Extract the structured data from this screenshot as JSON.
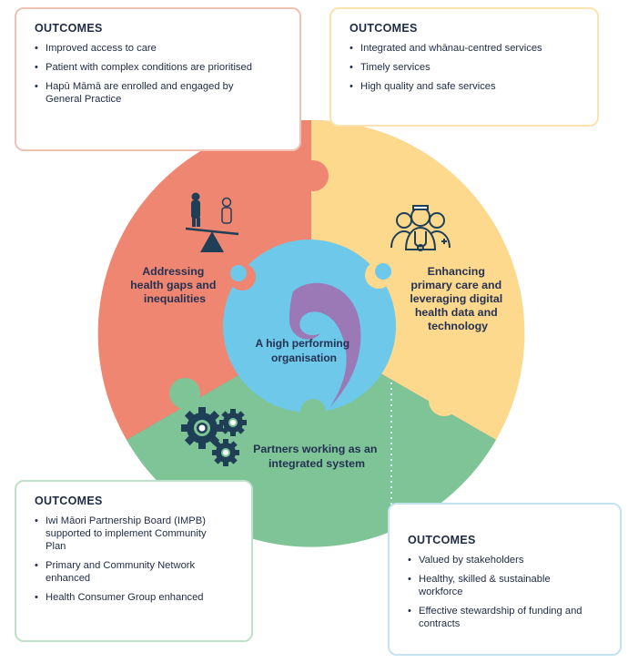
{
  "segments": {
    "left": {
      "lines": [
        "Addressing",
        "health gaps and",
        "inequalities"
      ]
    },
    "right": {
      "lines": [
        "Enhancing",
        "primary care and",
        "leveraging digital",
        "health data and",
        "technology"
      ]
    },
    "bottom": {
      "lines": [
        "Partners working as an",
        "integrated system"
      ]
    },
    "center": {
      "lines": [
        "A high performing",
        "organisation"
      ]
    }
  },
  "outcomes": {
    "top_left": {
      "heading": "OUTCOMES",
      "items": [
        "Improved access to care",
        "Patient with complex conditions are prioritised",
        "Hapū Māmā are enrolled and engaged by General Practice"
      ]
    },
    "top_right": {
      "heading": "OUTCOMES",
      "items": [
        "Integrated and whānau-centred services",
        "Timely services",
        "High quality and safe services"
      ]
    },
    "bottom_left": {
      "heading": "OUTCOMES",
      "items": [
        "Iwi Māori Partnership Board (IMPB) supported to implement Community Plan",
        "Primary and Community Network enhanced",
        "Health Consumer Group enhanced"
      ]
    },
    "bottom_right": {
      "heading": "OUTCOMES",
      "items": [
        "Valued by stakeholders",
        "Healthy, skilled & sustainable workforce",
        "Effective stewardship of funding and contracts"
      ]
    }
  },
  "colors": {
    "ring": "#9b78b6",
    "left": "#ef8671",
    "right": "#fdd98d",
    "bottom": "#7ec496",
    "center": "#6ec8ea",
    "koru": "#9b78b6",
    "text": "#243152"
  },
  "icons": [
    "balance-scale-people-icon",
    "healthcare-team-icon",
    "gears-icon",
    "koru-icon"
  ]
}
